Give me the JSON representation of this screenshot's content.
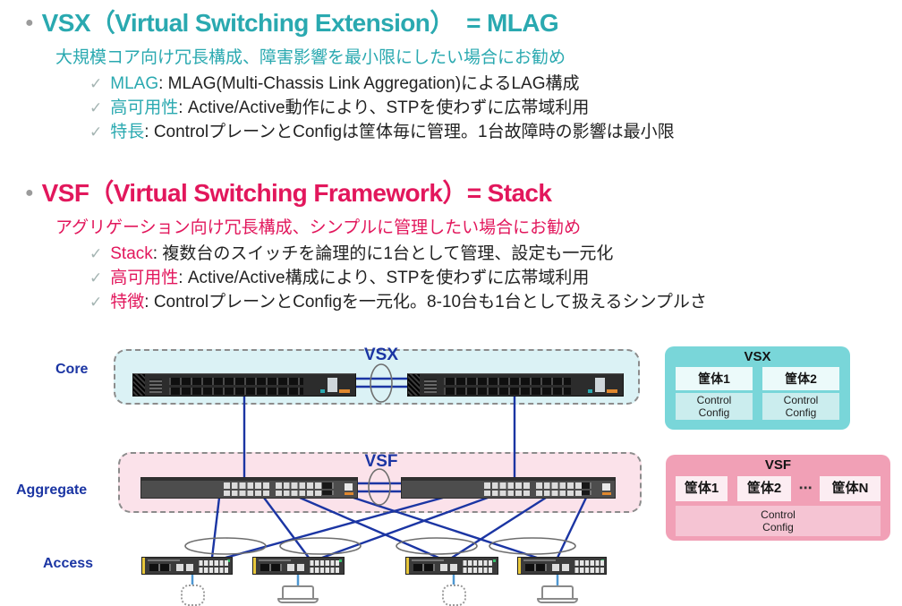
{
  "sections": [
    {
      "bullet": "●",
      "title": "VSX（Virtual Switching Extension）　= MLAG",
      "subtitle": "大規模コア向け冗長構成、障害影響を最小限にしたい場合にお勧め",
      "accent_color": "#2AA9B0",
      "items": [
        {
          "check": "✓",
          "keyword": "MLAG",
          "text": ": MLAG(Multi-Chassis Link Aggregation)によるLAG構成"
        },
        {
          "check": "✓",
          "keyword": "高可用性",
          "text": ": Active/Active動作により、STPを使わずに広帯域利用"
        },
        {
          "check": "✓",
          "keyword": "特長",
          "text": ": ControlプレーンとConfigは筐体毎に管理。1台故障時の影響は最小限"
        }
      ]
    },
    {
      "bullet": "●",
      "title": "VSF（Virtual Switching Framework）= Stack",
      "subtitle": "アグリゲーション向け冗長構成、シンプルに管理したい場合にお勧め",
      "accent_color": "#E2175C",
      "items": [
        {
          "check": "✓",
          "keyword": "Stack",
          "text": ": 複数台のスイッチを論理的に1台として管理、設定も一元化"
        },
        {
          "check": "✓",
          "keyword": "高可用性",
          "text": ": Active/Active構成により、STPを使わずに広帯域利用"
        },
        {
          "check": "✓",
          "keyword": "特徴",
          "text": ": ControlプレーンとConfigを一元化。8-10台も1台として扱えるシンプルさ"
        }
      ]
    }
  ],
  "diagram": {
    "labels": {
      "core": "Core",
      "aggregate": "Aggregate",
      "access": "Access"
    },
    "vsx_link_label": "VSX",
    "vsf_link_label": "VSF"
  },
  "panels": {
    "vsx": {
      "title": "VSX",
      "chassis1": "筐体1",
      "chassis2": "筐体2",
      "control": "Control",
      "config": "Config"
    },
    "vsf": {
      "title": "VSF",
      "chassis1": "筐体1",
      "chassis2": "筐体2",
      "ellipsis": "⋯",
      "chassisN": "筐体N",
      "control": "Control",
      "config": "Config"
    }
  },
  "colors": {
    "vsx_accent": "#2AA9B0",
    "vsf_accent": "#E2175C",
    "navy": "#1B35A3",
    "light_blue": "#4E97D1",
    "core_zone_bg": "#DBF2F5",
    "agg_zone_bg": "#FBE2EA",
    "vsx_panel_bg": "#79D6D9",
    "vsf_panel_bg": "#F1A0B6"
  }
}
